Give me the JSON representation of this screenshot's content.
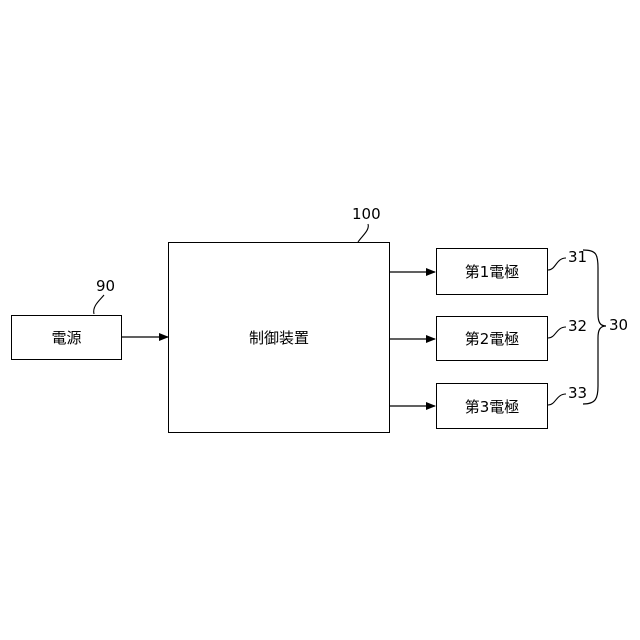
{
  "blocks": {
    "power_supply": {
      "label": "電源",
      "ref": "90"
    },
    "controller": {
      "label": "制御装置",
      "ref": "100"
    },
    "electrode_1": {
      "label": "第1電極",
      "ref": "31"
    },
    "electrode_2": {
      "label": "第2電極",
      "ref": "32"
    },
    "electrode_3": {
      "label": "第3電極",
      "ref": "33"
    }
  },
  "group": {
    "ref": "30"
  }
}
